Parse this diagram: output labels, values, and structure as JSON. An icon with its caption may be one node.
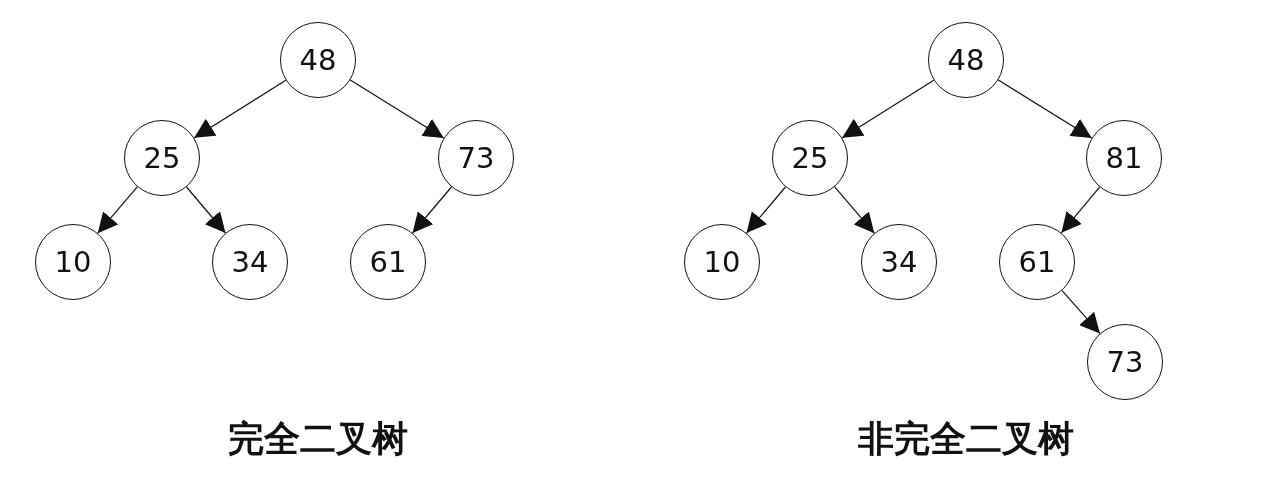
{
  "diagram": {
    "nodes": [
      {
        "text": [
          "48"
        ]
      },
      {
        "text": [
          "25"
        ]
      },
      {
        "text": [
          "73"
        ]
      },
      {
        "text": [
          "10"
        ]
      },
      {
        "text": [
          "34"
        ]
      },
      {
        "text": [
          "61"
        ]
      },
      {
        "text": [
          "48"
        ]
      },
      {
        "text": [
          "25"
        ]
      },
      {
        "text": [
          "81"
        ]
      },
      {
        "text": [
          "10"
        ]
      },
      {
        "text": [
          "34"
        ]
      },
      {
        "text": [
          "61"
        ]
      },
      {
        "text": [
          "73"
        ]
      }
    ],
    "edges": [
      {
        "from": 0,
        "to": 1,
        "arrow": "to"
      },
      {
        "from": 0,
        "to": 2,
        "arrow": "to"
      },
      {
        "from": 1,
        "to": 3,
        "arrow": "to"
      },
      {
        "from": 1,
        "to": 4,
        "arrow": "to"
      },
      {
        "from": 2,
        "to": 5,
        "arrow": "to"
      },
      {
        "from": 6,
        "to": 7,
        "arrow": "to"
      },
      {
        "from": 6,
        "to": 8,
        "arrow": "to"
      },
      {
        "from": 7,
        "to": 9,
        "arrow": "to"
      },
      {
        "from": 7,
        "to": 10,
        "arrow": "to"
      },
      {
        "from": 8,
        "to": 11,
        "arrow": "to"
      },
      {
        "from": 11,
        "to": 12,
        "arrow": "to"
      }
    ],
    "labels": [
      "完全二叉树",
      "非完全二叉树"
    ]
  }
}
